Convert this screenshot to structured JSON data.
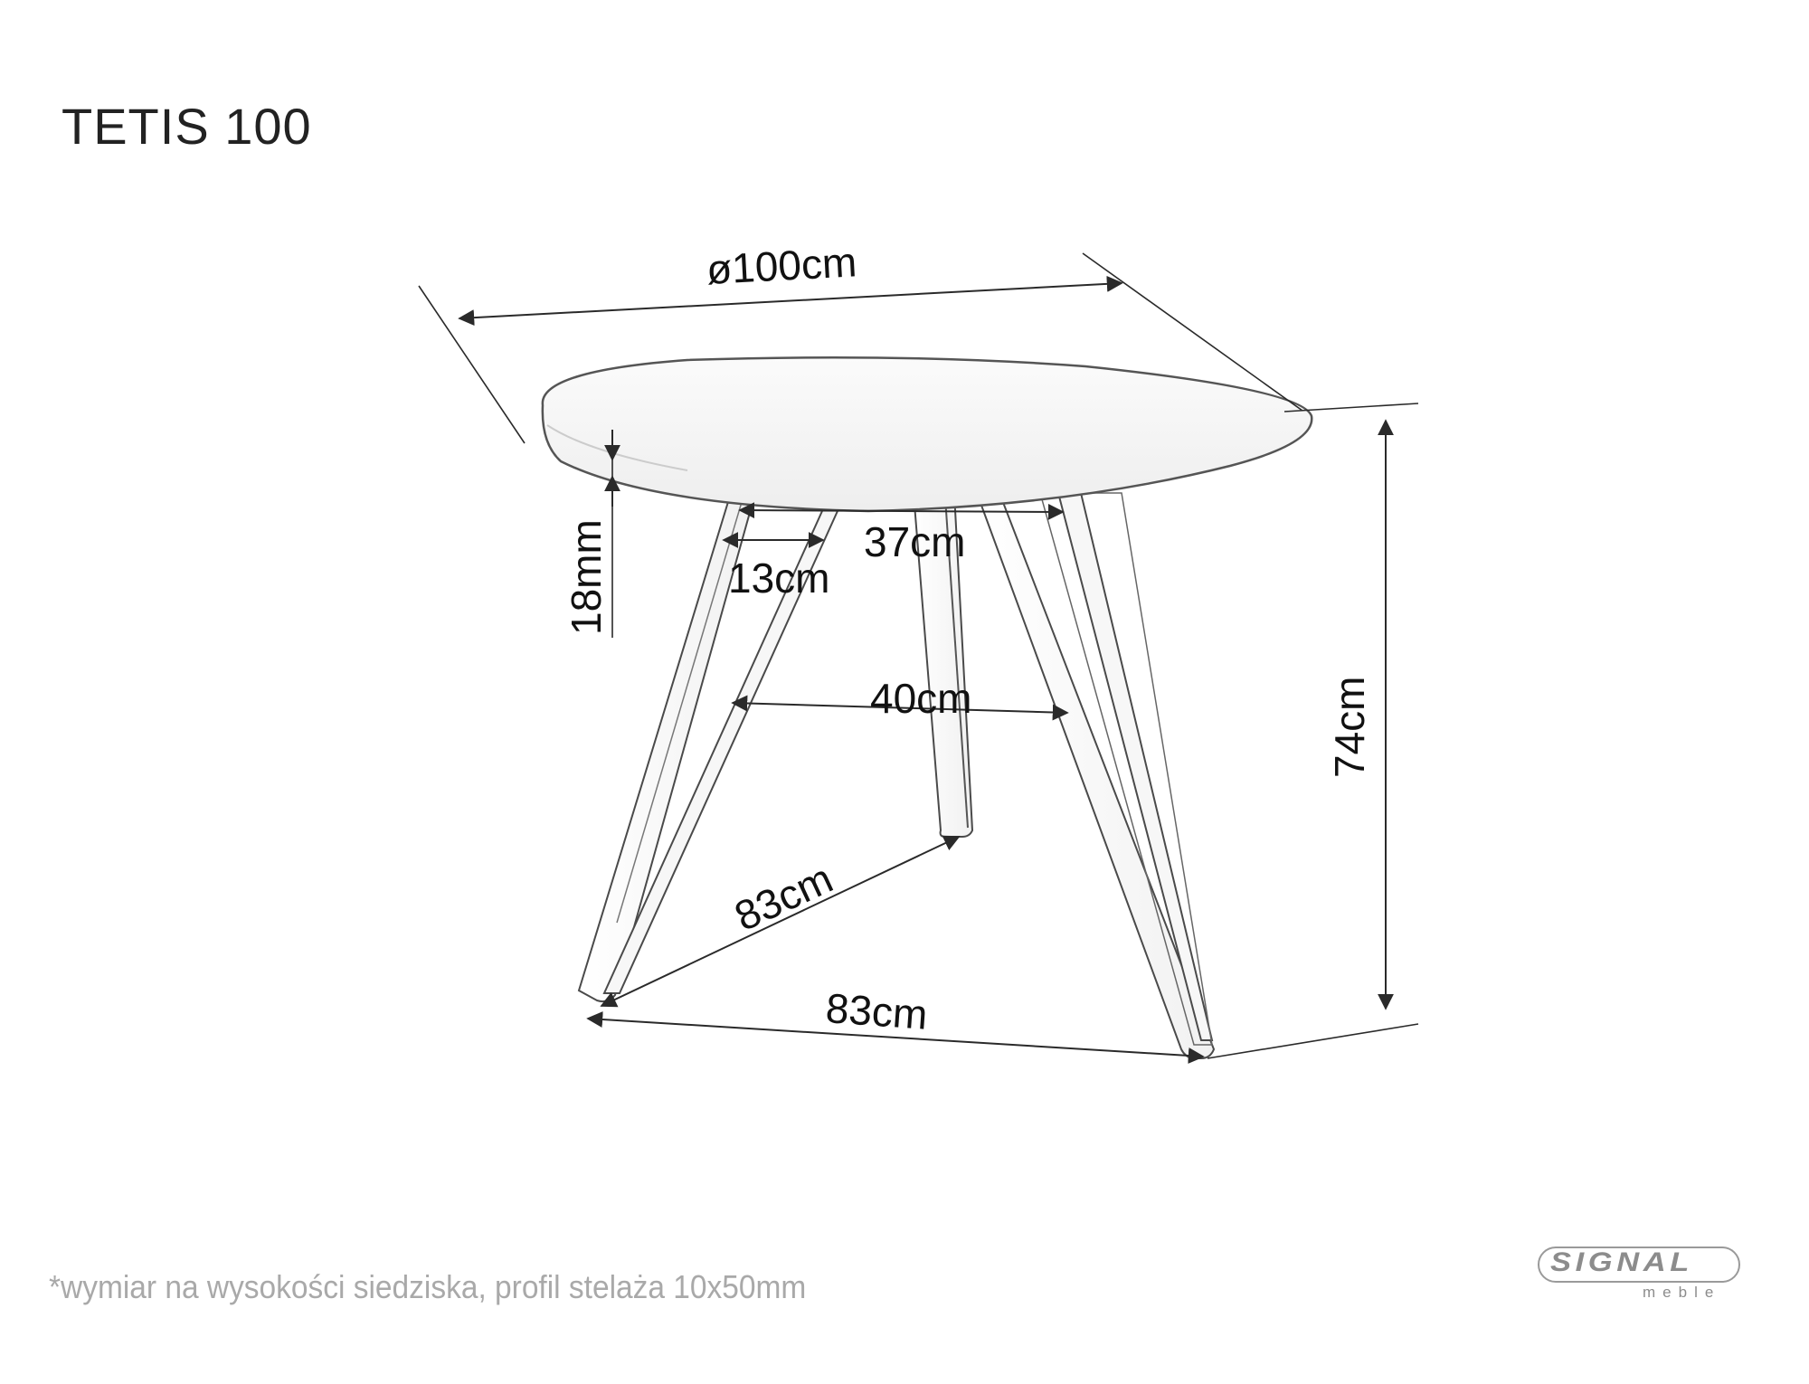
{
  "title": "TETIS 100",
  "drawing": {
    "product": "round dining table, 3 tapered legs",
    "dimensions": {
      "diameter": "ø100cm",
      "top_thickness": "18mm",
      "height": "74cm",
      "leg_spread_top_outer": "37cm",
      "leg_top_width": "13cm",
      "leg_spread_mid": "40cm",
      "leg_to_leg_diagonal": "83cm",
      "leg_to_leg_front": "83cm"
    }
  },
  "footnote": "*wymiar na wysokości siedziska, profil stelaża 10x50mm",
  "logo": {
    "brand": "SIGNAL",
    "sub": "meble"
  },
  "colors": {
    "line": "#2a2a2a",
    "text": "#111111",
    "footnote": "#a9a9a9",
    "logo": "#8c8c8c"
  }
}
